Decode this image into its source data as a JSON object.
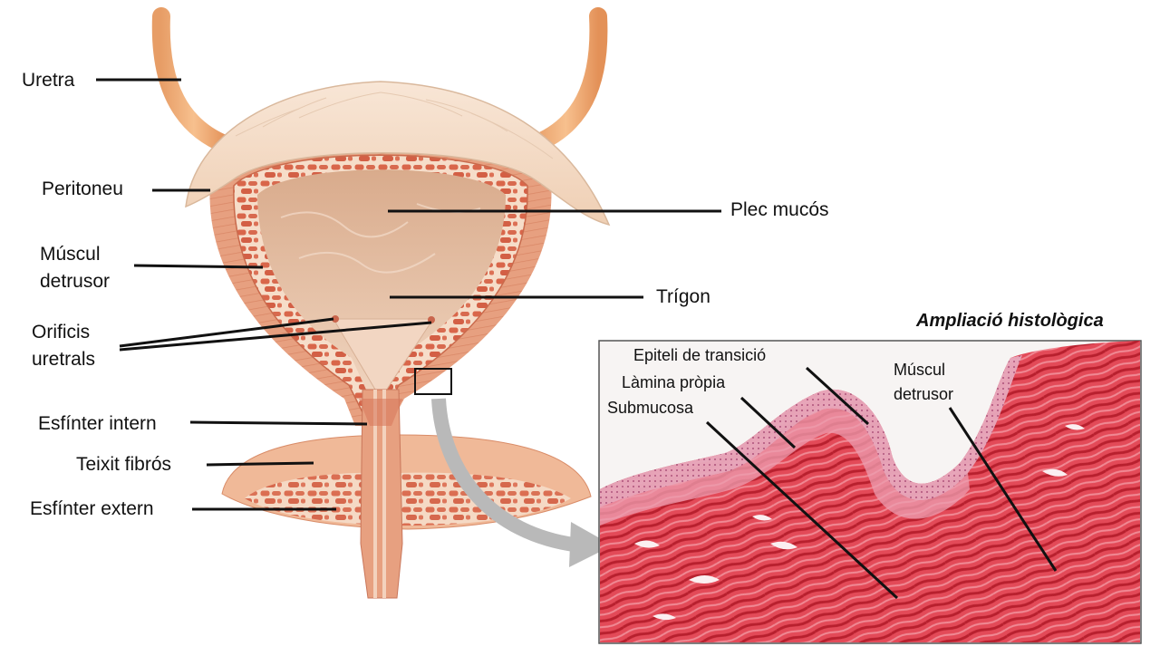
{
  "labels": {
    "uretra": "Uretra",
    "peritoneu": "Peritoneu",
    "muscul_detrusor_1": "Múscul",
    "muscul_detrusor_2": "detrusor",
    "orificis_1": "Orificis",
    "orificis_2": "uretrals",
    "esfinter_intern": "Esfínter intern",
    "teixit_fibros": "Teixit fibrós",
    "esfinter_extern": "Esfínter extern",
    "plec_mucos": "Plec mucós",
    "trigon": "Trígon"
  },
  "histology": {
    "title": "Ampliació histològica",
    "epiteli": "Epiteli de transició",
    "lamina": "Làmina pròpia",
    "submucosa": "Submucosa",
    "muscul_1": "Múscul",
    "muscul_2": "detrusor"
  },
  "colors": {
    "muscle": "#e7a080",
    "muscle_light": "#f2c3a8",
    "mucosa": "#e9c2a4",
    "peritoneum": "#f6dcc6",
    "histo_red": "#d63b48",
    "histo_pink": "#e88a98",
    "leader": "#111111",
    "arrow": "#b9b9b9"
  }
}
